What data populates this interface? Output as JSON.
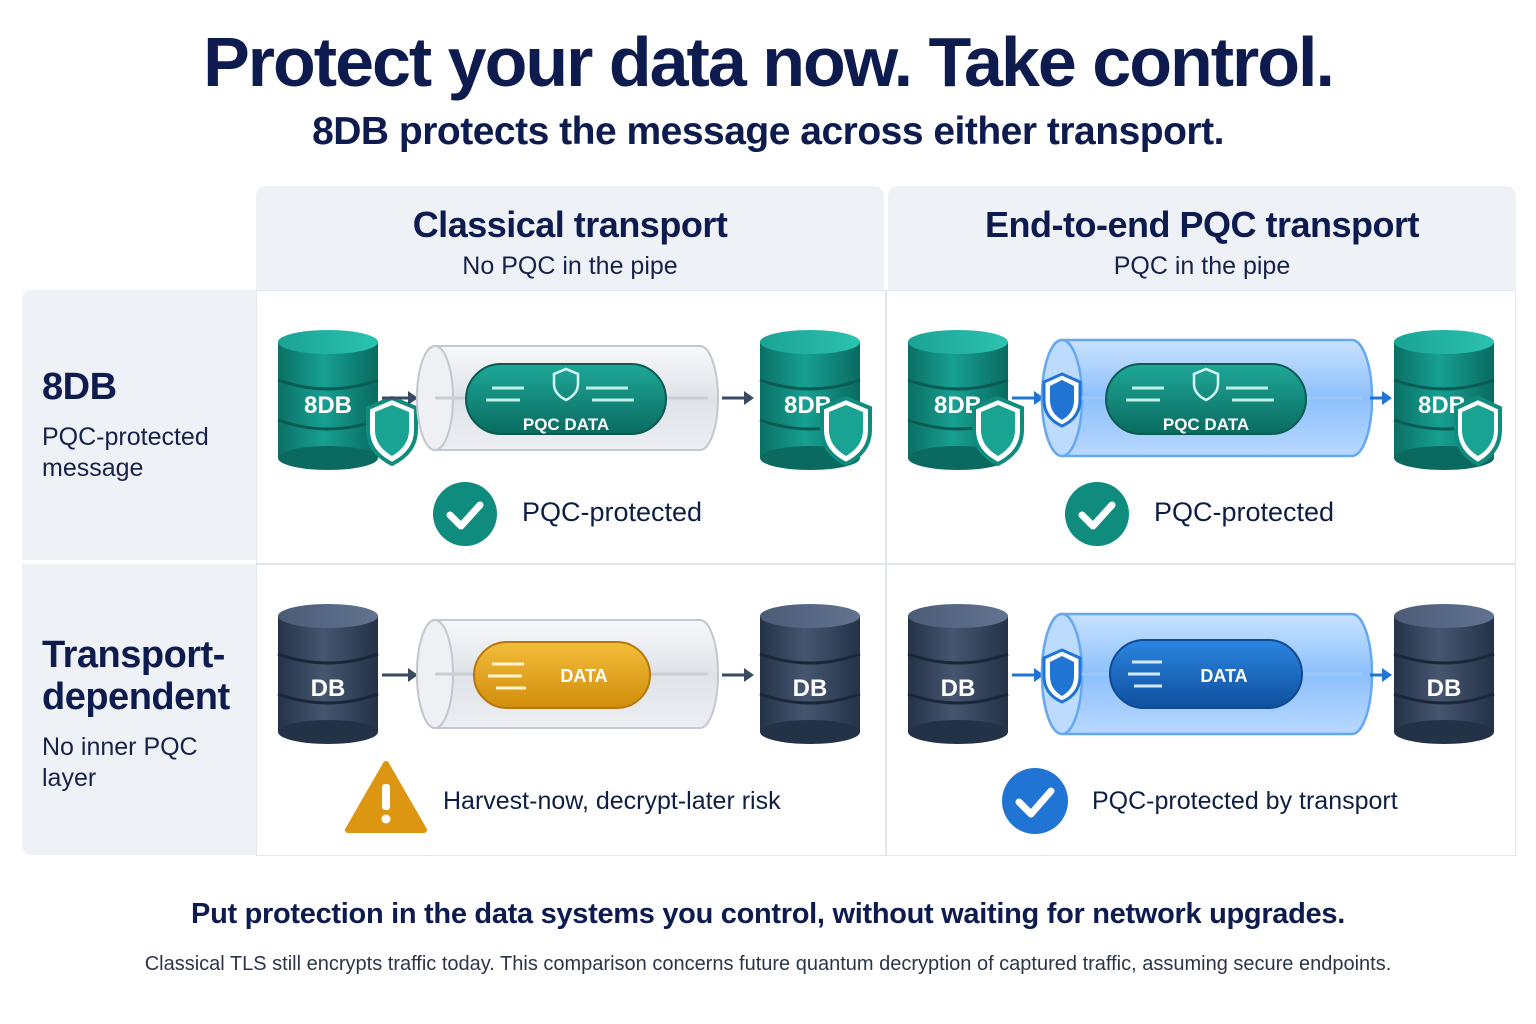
{
  "header": {
    "headline": "Protect your data now. Take control.",
    "subheadline": "8DB protects the message across either transport."
  },
  "columns": [
    {
      "title": "Classical transport",
      "subtitle": "No PQC in the pipe"
    },
    {
      "title": "End-to-end PQC transport",
      "subtitle": "PQC in the pipe"
    }
  ],
  "rows": [
    {
      "title_lines": [
        "8DB"
      ],
      "subtitle_lines": [
        "PQC-protected",
        "message"
      ]
    },
    {
      "title_lines": [
        "Transport-",
        "dependent"
      ],
      "subtitle_lines": [
        "No inner PQC layer"
      ]
    }
  ],
  "cells": {
    "r1c1": {
      "left_db": "8DB",
      "payload": "PQC DATA",
      "right_db": "8DB",
      "status": "PQC-protected",
      "status_icon": "check-circle-icon"
    },
    "r1c2": {
      "left_db": "8DB",
      "payload": "PQC DATA",
      "right_db": "8DB",
      "status": "PQC-protected",
      "status_icon": "check-circle-icon"
    },
    "r2c1": {
      "left_db": "DB",
      "payload": "DATA",
      "right_db": "DB",
      "status": "Harvest-now, decrypt-later risk",
      "status_icon": "warning-triangle-icon"
    },
    "r2c2": {
      "left_db": "DB",
      "payload": "DATA",
      "right_db": "DB",
      "status": "PQC-protected by transport",
      "status_icon": "check-circle-icon"
    }
  },
  "footer": {
    "main": "Put protection in the data systems you control, without waiting for network upgrades.",
    "note": "Classical TLS still encrypts traffic today.  This comparison concerns future quantum decryption of captured traffic, assuming secure endpoints."
  },
  "colors": {
    "navy": "#0d1b4f",
    "teal": "#0f8c7e",
    "dark_db": "#3a4a62",
    "amber": "#e4a21b",
    "blue": "#1f74d4"
  }
}
